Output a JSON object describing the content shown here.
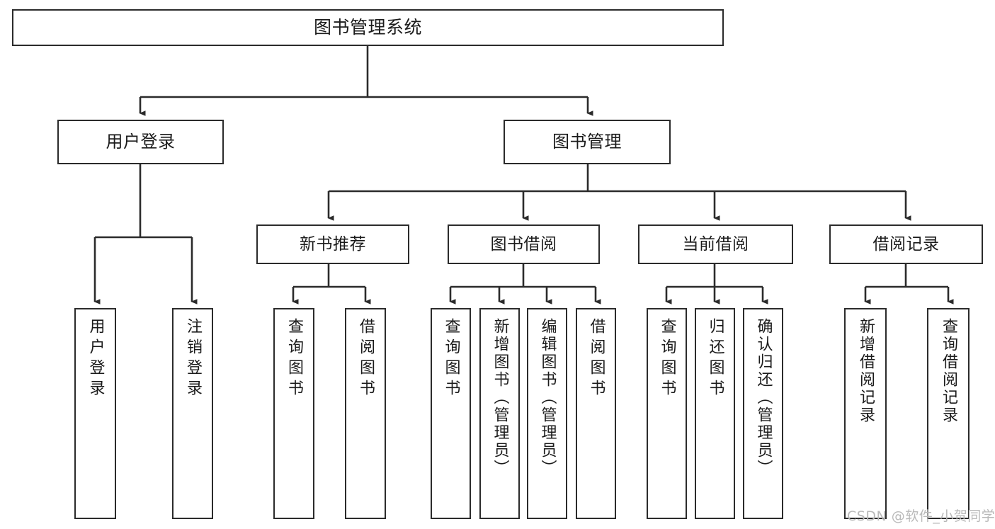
{
  "diagram": {
    "kind": "tree-hierarchy-chart",
    "title": "图书管理系统",
    "edge_color": "#2b2b2b",
    "box_border_color": "#2b2b2b",
    "box_fill_color": "#ffffff",
    "background_color": "#ffffff",
    "watermark": "CSDN @软件_小贺同学",
    "watermark_color": "#b9b9b9"
  },
  "nodes": {
    "root": {
      "label": "图书管理系统"
    },
    "level2": [
      {
        "id": "user-login",
        "label": "用户登录"
      },
      {
        "id": "book-manage",
        "label": "图书管理"
      }
    ],
    "level3": [
      {
        "id": "new-book-recommend",
        "label": "新书推荐"
      },
      {
        "id": "book-borrow",
        "label": "图书借阅"
      },
      {
        "id": "current-borrow",
        "label": "当前借阅"
      },
      {
        "id": "borrow-record",
        "label": "借阅记录"
      }
    ],
    "leaves": {
      "user-login": [
        {
          "id": "leaf-user-login",
          "label": "用户登录"
        },
        {
          "id": "leaf-user-logout",
          "label": "注销登录"
        }
      ],
      "new-book-recommend": [
        {
          "id": "leaf-query-book-1",
          "label": "查询图书"
        },
        {
          "id": "leaf-borrow-book-1",
          "label": "借阅图书"
        }
      ],
      "book-borrow": [
        {
          "id": "leaf-query-book-2",
          "label": "查询图书"
        },
        {
          "id": "leaf-add-book",
          "label": "新增图书（管理员）"
        },
        {
          "id": "leaf-edit-book",
          "label": "编辑图书（管理员）"
        },
        {
          "id": "leaf-borrow-book-2",
          "label": "借阅图书"
        }
      ],
      "current-borrow": [
        {
          "id": "leaf-query-book-3",
          "label": "查询图书"
        },
        {
          "id": "leaf-return-book",
          "label": "归还图书"
        },
        {
          "id": "leaf-confirm-return",
          "label": "确认归还（管理员）"
        }
      ],
      "borrow-record": [
        {
          "id": "leaf-add-record",
          "label": "新增借阅记录"
        },
        {
          "id": "leaf-query-record",
          "label": "查询借阅记录"
        }
      ]
    }
  }
}
